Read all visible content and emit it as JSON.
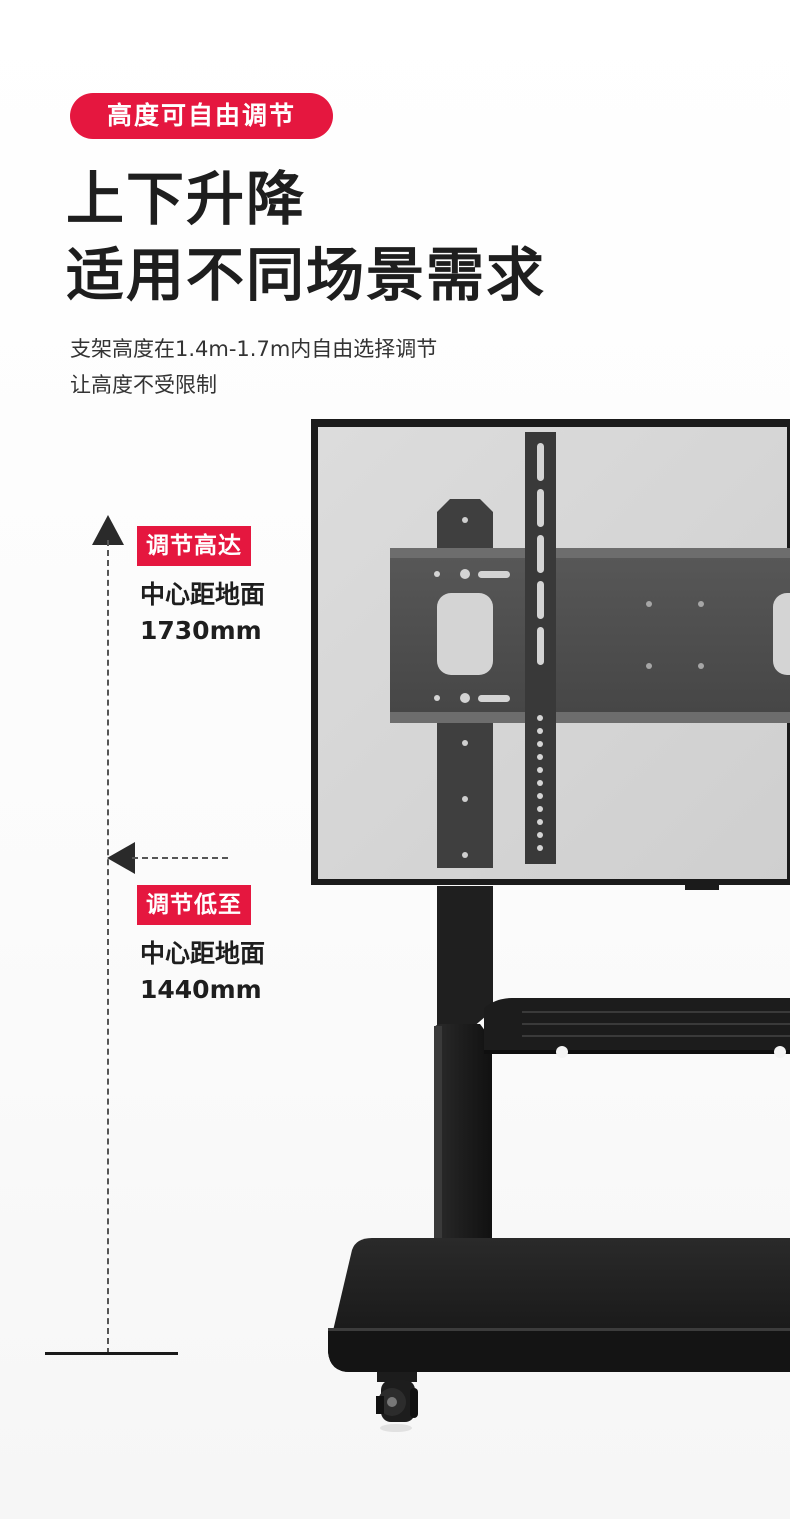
{
  "badge": {
    "label": "高度可自由调节"
  },
  "headline": {
    "line1": "上下升降",
    "line2": "适用不同场景需求"
  },
  "description": {
    "line1": "支架高度在1.4m-1.7m内自由选择调节",
    "line2": "让高度不受限制"
  },
  "max_height": {
    "label": "调节高达",
    "caption": "中心距地面",
    "value": "1730mm"
  },
  "min_height": {
    "label": "调节低至",
    "caption": "中心距地面",
    "value": "1440mm"
  },
  "colors": {
    "accent_red": "#e5173f",
    "text_dark": "#1e1e1e",
    "stand_black": "#1c1c1c",
    "screen_grey": "#d6d6d6"
  }
}
